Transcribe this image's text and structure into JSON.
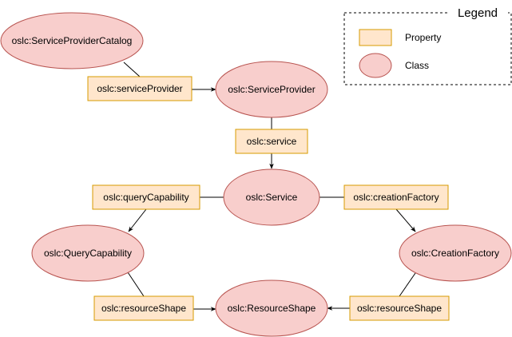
{
  "legend": {
    "title": "Legend",
    "property_label": "Property",
    "class_label": "Class"
  },
  "colors": {
    "class_fill": "#f8cecc",
    "class_stroke": "#b85450",
    "property_fill": "#ffe6cc",
    "property_stroke": "#d79b00",
    "edge": "#000000"
  },
  "classes": {
    "catalog": "oslc:ServiceProviderCatalog",
    "service_provider": "oslc:ServiceProvider",
    "service": "oslc:Service",
    "query_capability": "oslc:QueryCapability",
    "creation_factory": "oslc:CreationFactory",
    "resource_shape": "oslc:ResourceShape"
  },
  "properties": {
    "service_provider": "oslc:serviceProvider",
    "service": "oslc:service",
    "query_capability": "oslc:queryCapability",
    "creation_factory": "oslc:creationFactory",
    "resource_shape_left": "oslc:resourceShape",
    "resource_shape_right": "oslc:resourceShape"
  }
}
